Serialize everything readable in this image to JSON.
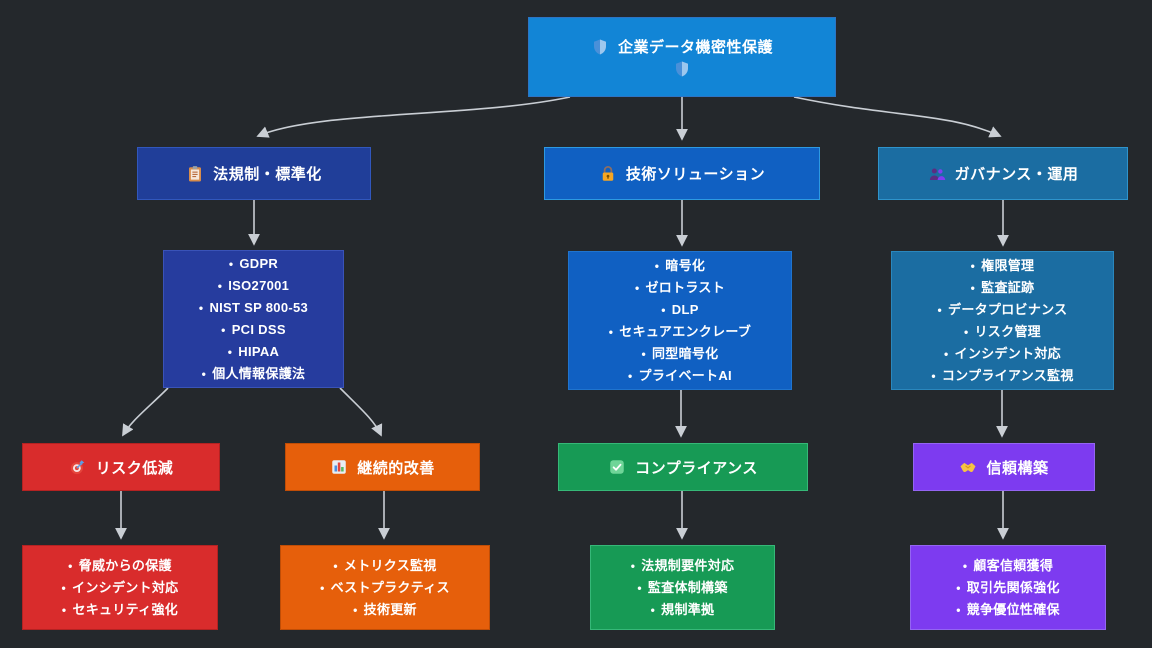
{
  "diagram": {
    "background": "#24282c",
    "connector_color": "#c9ced4",
    "root": {
      "label": "企業データ機密性保護",
      "icon": "shield-icon",
      "color": "#1285d6"
    },
    "level2": [
      {
        "label": "法規制・標準化",
        "icon": "clipboard-icon",
        "color": "#203e99",
        "items": [
          "GDPR",
          "ISO27001",
          "NIST SP 800-53",
          "PCI DSS",
          "HIPAA",
          "個人情報保護法"
        ]
      },
      {
        "label": "技術ソリューション",
        "icon": "lock-icon",
        "color": "#1060c2",
        "items": [
          "暗号化",
          "ゼロトラスト",
          "DLP",
          "セキュアエンクレーブ",
          "同型暗号化",
          "プライベートAI"
        ]
      },
      {
        "label": "ガバナンス・運用",
        "icon": "people-icon",
        "color": "#1b6da2",
        "items": [
          "権限管理",
          "監査証跡",
          "データプロビナンス",
          "リスク管理",
          "インシデント対応",
          "コンプライアンス監視"
        ]
      }
    ],
    "outcomes": [
      {
        "label": "リスク低減",
        "icon": "target-icon",
        "color": "#d92c2c",
        "items": [
          "脅威からの保護",
          "インシデント対応",
          "セキュリティ強化"
        ]
      },
      {
        "label": "継続的改善",
        "icon": "bar-chart-icon",
        "color": "#e65f0b",
        "items": [
          "メトリクス監視",
          "ベストプラクティス",
          "技術更新"
        ]
      },
      {
        "label": "コンプライアンス",
        "icon": "check-icon",
        "color": "#179a55",
        "items": [
          "法規制要件対応",
          "監査体制構築",
          "規制準拠"
        ]
      },
      {
        "label": "信頼構築",
        "icon": "handshake-icon",
        "color": "#7d3bf0",
        "items": [
          "顧客信頼獲得",
          "取引先関係強化",
          "競争優位性確保"
        ]
      }
    ]
  }
}
